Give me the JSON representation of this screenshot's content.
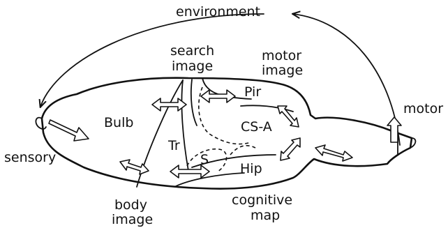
{
  "labels": {
    "environment": "environment",
    "search_image_1": "search",
    "search_image_2": "image",
    "motor_image_1": "motor",
    "motor_image_2": "image",
    "motor": "motor",
    "sensory": "sensory",
    "bulb": "Bulb",
    "tr": "Tr",
    "s": "S",
    "pir": "Pir",
    "cs_a": "CS-A",
    "hip": "Hip",
    "body_image_1": "body",
    "body_image_2": "image",
    "cognitive_map_1": "cognitive",
    "cognitive_map_2": "map"
  }
}
